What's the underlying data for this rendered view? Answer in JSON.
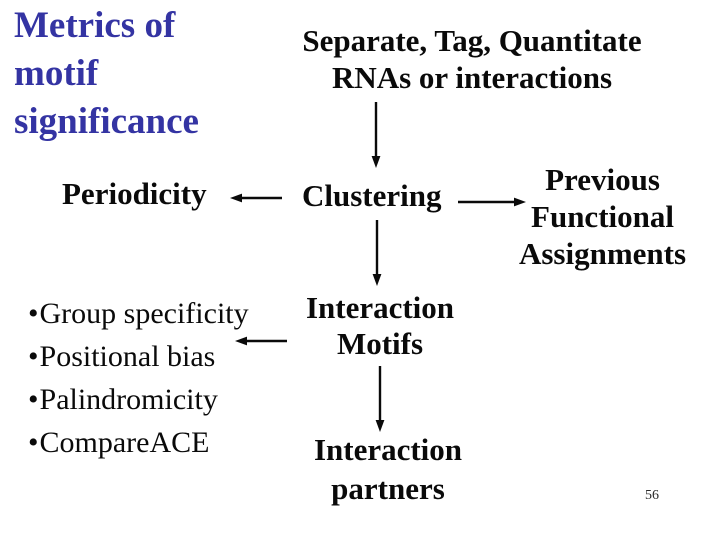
{
  "slide": {
    "background_color": "#ffffff",
    "title": {
      "color": "#3434A3",
      "lines": [
        "Metrics of",
        "motif",
        "significance"
      ]
    },
    "nodes": {
      "separate": {
        "lines": [
          "Separate, Tag, Quantitate",
          "RNAs or interactions"
        ]
      },
      "periodicity": {
        "label": "Periodicity"
      },
      "clustering": {
        "label": "Clustering"
      },
      "previous_assignments": {
        "lines": [
          "Previous",
          "Functional",
          "Assignments"
        ]
      },
      "interaction_motifs": {
        "lines": [
          "Interaction",
          "Motifs"
        ]
      },
      "interaction_partners": {
        "lines": [
          "Interaction",
          "partners"
        ]
      }
    },
    "metrics_list": {
      "bullet": "•",
      "items": [
        "Group specificity",
        "Positional bias",
        "Palindromicity",
        "CompareACE"
      ]
    },
    "page_number": "56"
  }
}
